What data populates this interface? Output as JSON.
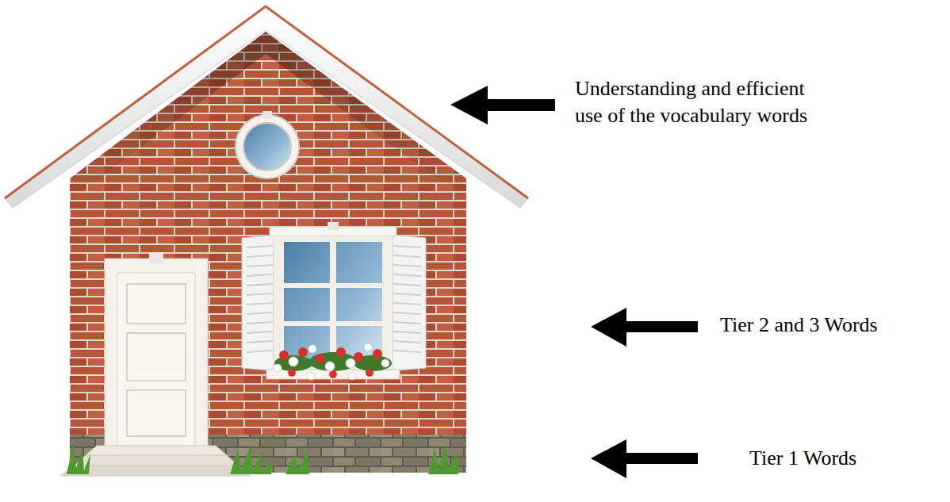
{
  "diagram": {
    "labels": [
      "Understanding and efficient use of the vocabulary words",
      "Tier 2 and 3 Words",
      "Tier 1 Words"
    ]
  }
}
